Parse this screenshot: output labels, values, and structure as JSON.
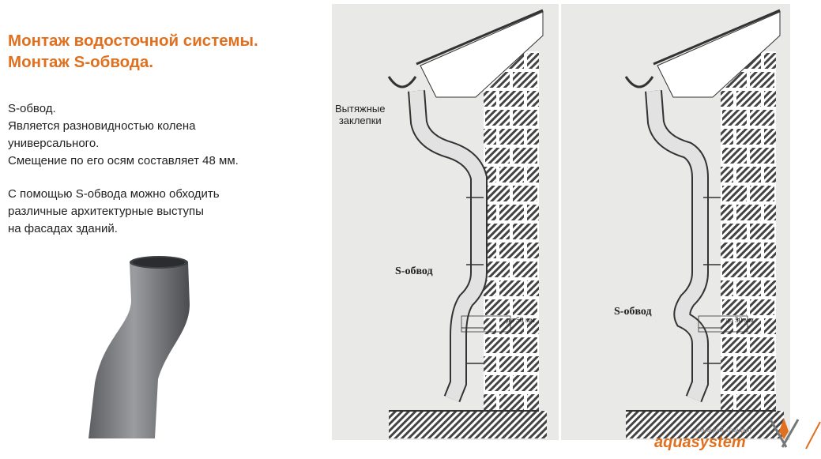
{
  "title": {
    "line1": "Монтаж водосточной системы.",
    "line2": "Монтаж S-обвода."
  },
  "description": {
    "lines1": [
      "S-обвод.",
      "Является разновидностью колена",
      "универсального.",
      "Смещение по его осям составляет 48 мм."
    ],
    "lines2": [
      "С помощью S-обвода можно обходить",
      "различные архитектурные выступы",
      "на фасадах зданий."
    ]
  },
  "diagram_left": {
    "rivets_label_1": "Вытяжные",
    "rivets_label_2": "заклепки",
    "s_label": "S-обвод",
    "dim_label": "до 50 мм"
  },
  "diagram_right": {
    "s_label": "S-обвод",
    "dim_label": "до 50 мм"
  },
  "logo": {
    "brand": "aquasystem",
    "tagline": "немецкий стандарт"
  },
  "colors": {
    "accent": "#e0701e",
    "panel": "#e9e9e7",
    "pipe": "#7a7c80"
  }
}
